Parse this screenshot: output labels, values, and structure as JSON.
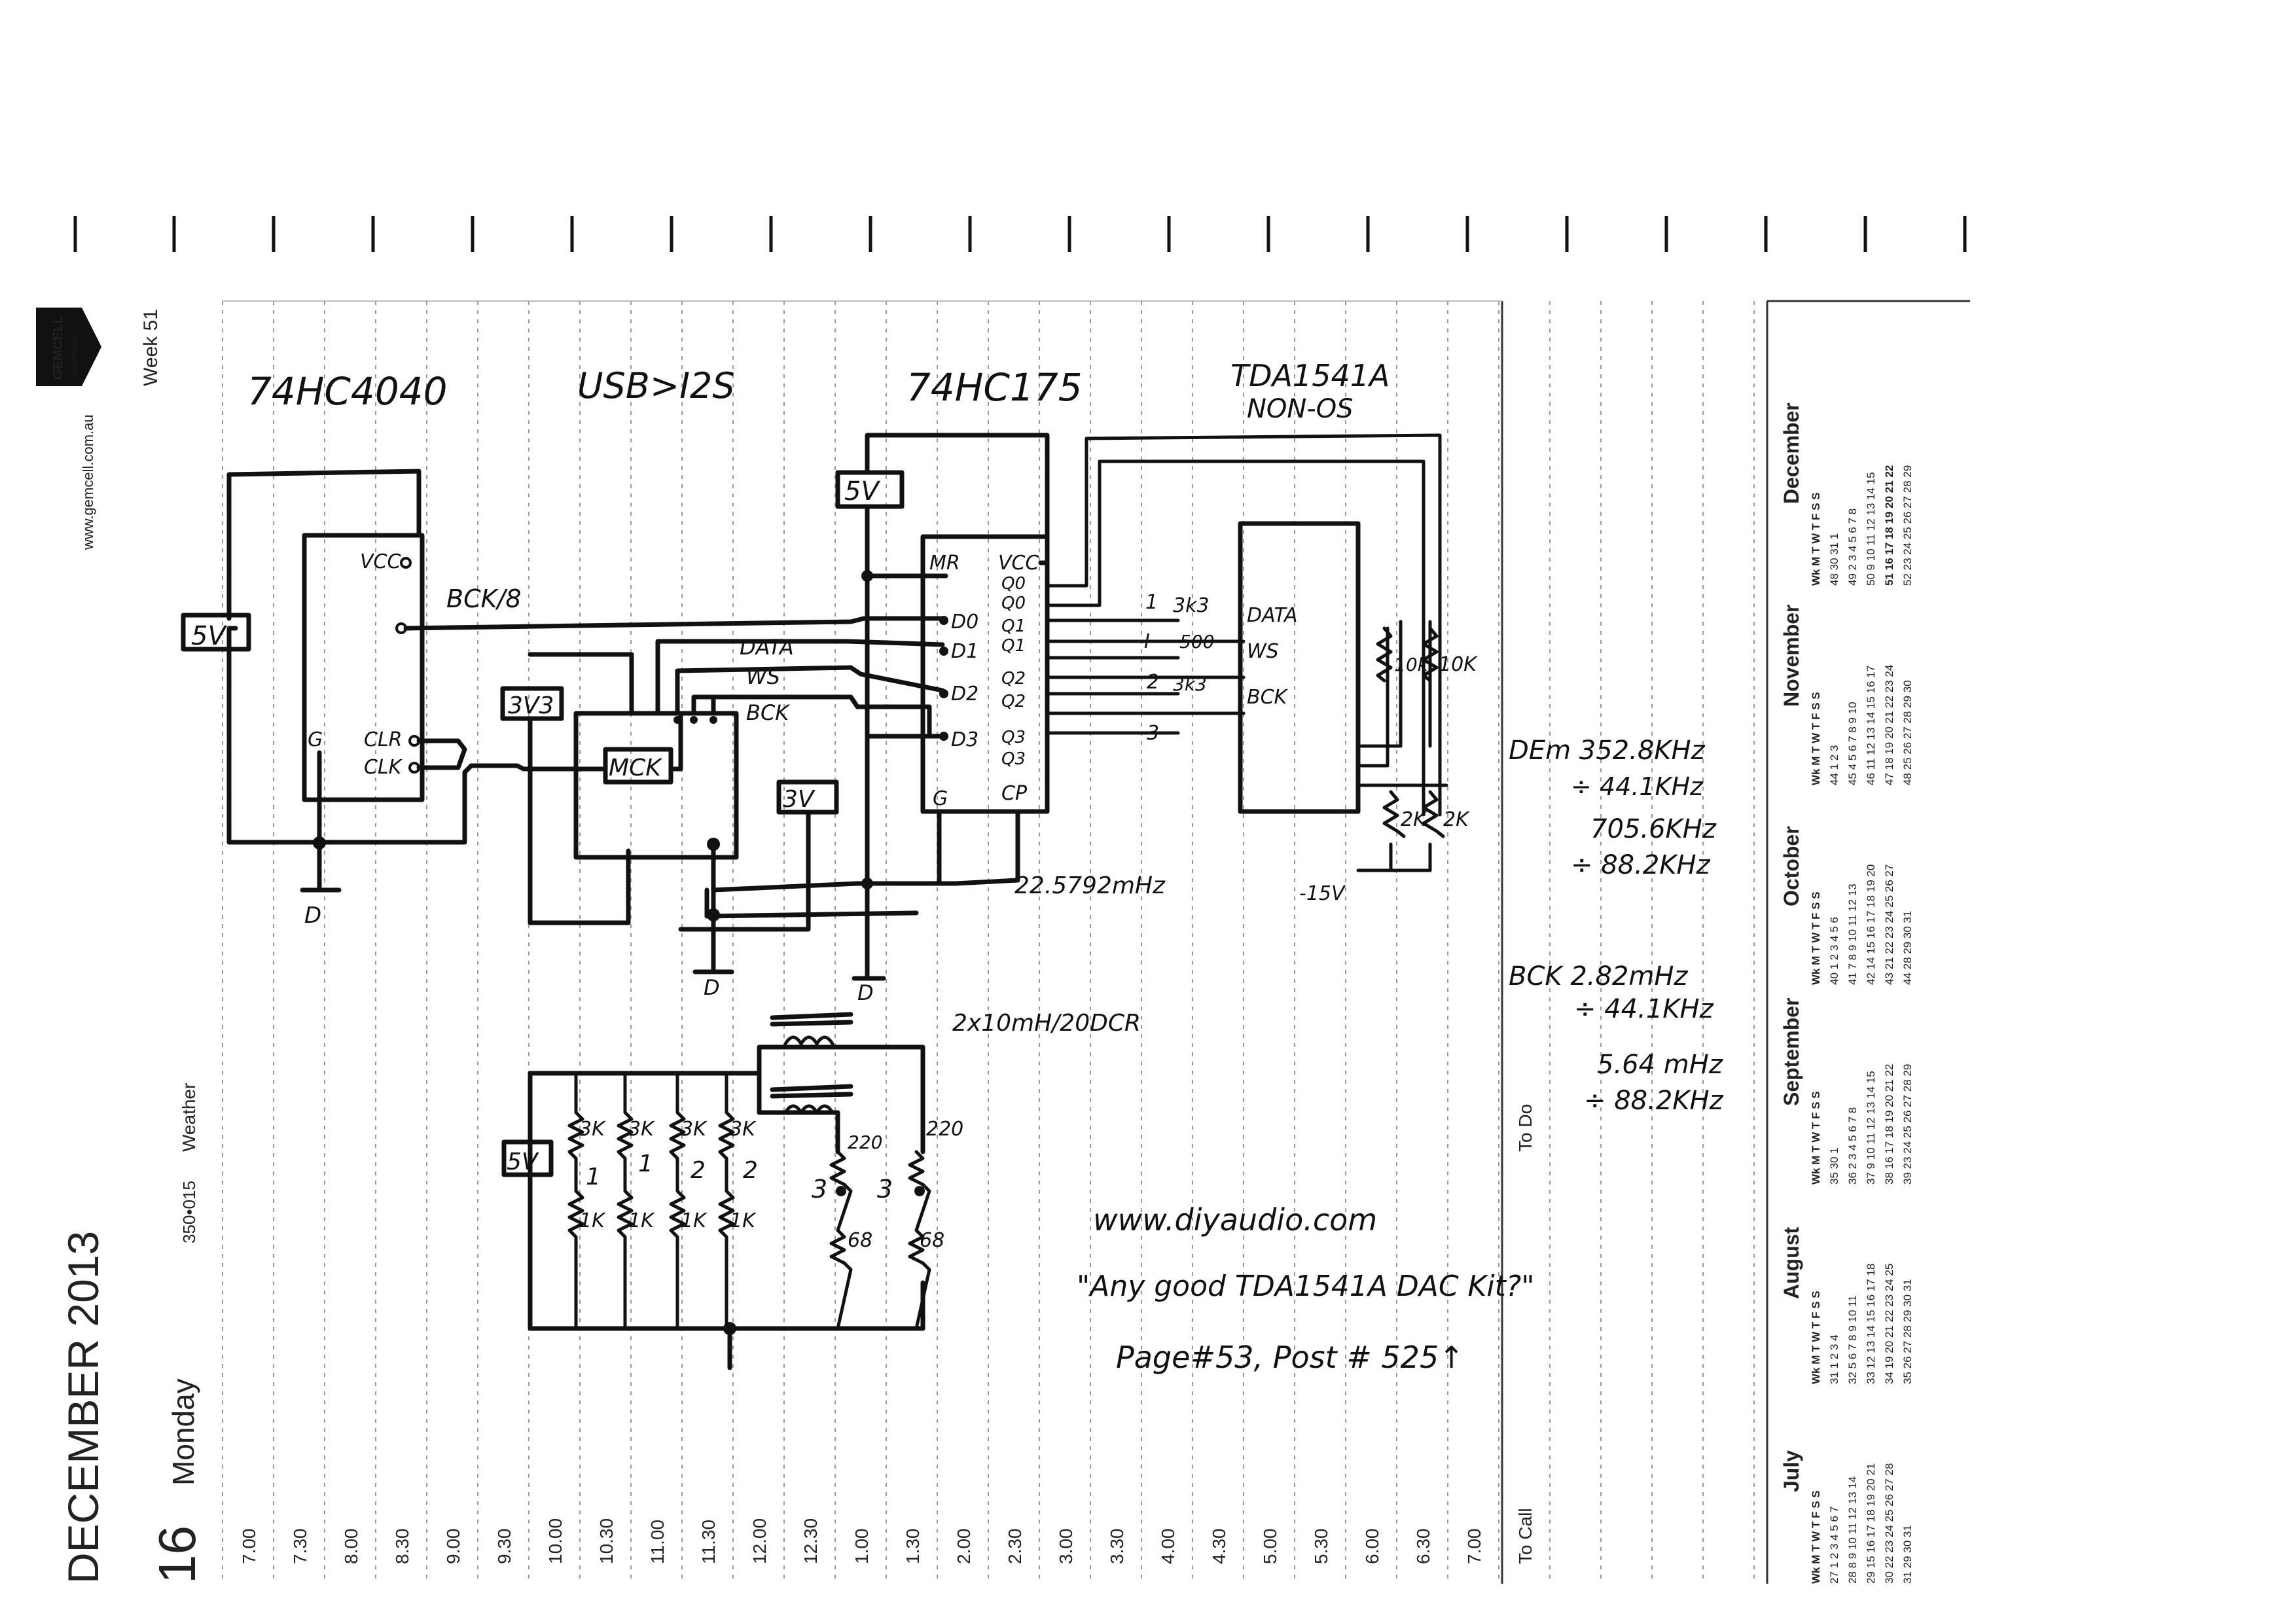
{
  "planner": {
    "brand": "GEMCELL",
    "brand_sub": "AUSTRALIA",
    "website": "www.gemcell.com.au",
    "week": "Week 51",
    "month_year": "DECEMBER 2013",
    "day_number": "16",
    "day_name": "Monday",
    "day_count": "350•015",
    "weather_label": "Weather",
    "to_do_label": "To Do",
    "to_call_label": "To Call",
    "times": [
      "7.00",
      "7.30",
      "8.00",
      "8.30",
      "9.00",
      "9.30",
      "10.00",
      "10.30",
      "11.00",
      "11.30",
      "12.00",
      "12.30",
      "1.00",
      "1.30",
      "2.00",
      "2.30",
      "3.00",
      "3.30",
      "4.00",
      "4.30",
      "5.00",
      "5.30",
      "6.00",
      "6.30",
      "7.00"
    ]
  },
  "calendar": {
    "header": "Wk M T W T F S S",
    "months": [
      {
        "name": "July",
        "rows": [
          "27 1 2 3 4 5 6 7",
          "28 8 9 10 11 12 13 14",
          "29 15 16 17 18 19 20 21",
          "30 22 23 24 25 26 27 28",
          "31 29 30 31"
        ]
      },
      {
        "name": "August",
        "rows": [
          "31 1 2 3 4",
          "32 5 6 7 8 9 10 11",
          "33 12 13 14 15 16 17 18",
          "34 19 20 21 22 23 24 25",
          "35 26 27 28 29 30 31"
        ]
      },
      {
        "name": "September",
        "rows": [
          "35 30 1",
          "36 2 3 4 5 6 7 8",
          "37 9 10 11 12 13 14 15",
          "38 16 17 18 19 20 21 22",
          "39 23 24 25 26 27 28 29"
        ]
      },
      {
        "name": "October",
        "rows": [
          "40 1 2 3 4 5 6",
          "41 7 8 9 10 11 12 13",
          "42 14 15 16 17 18 19 20",
          "43 21 22 23 24 25 26 27",
          "44 28 29 30 31"
        ]
      },
      {
        "name": "November",
        "rows": [
          "44 1 2 3",
          "45 4 5 6 7 8 9 10",
          "46 11 12 13 14 15 16 17",
          "47 18 19 20 21 22 23 24",
          "48 25 26 27 28 29 30"
        ]
      },
      {
        "name": "December",
        "rows": [
          "48 30 31 1",
          "49 2 3 4 5 6 7 8",
          "50 9 10 11 12 13 14 15",
          "51 16 17 18 19 20 21 22",
          "52 23 24 25 26 27 28 29"
        ]
      }
    ]
  },
  "sketch": {
    "chip_74hc4040": "74HC4040",
    "chip_usb_i2s": "USB>I2S",
    "chip_74hc175": "74HC175",
    "chip_tda1541a": "TDA1541A",
    "chip_tda_sub": "NON-OS",
    "v5_a": "5V",
    "v5_b": "5V",
    "v3v3": "3V3",
    "v3v_b": "3V",
    "v5_c": "5V",
    "vcc": "VCC",
    "bck8": "BCK/8",
    "clr": "CLR",
    "clk": "CLK",
    "gnd_g": "G",
    "d_label": "D",
    "mck": "MCK",
    "data": "DATA",
    "ws": "WS",
    "bck": "BCK",
    "mr": "MR",
    "vcc2": "VCC",
    "d0": "D0",
    "d1": "D1",
    "d2": "D2",
    "d3": "D3",
    "q0": "Q0",
    "q0n": "Q0",
    "q1": "Q1",
    "q1n": "Q1",
    "q2": "Q2",
    "q2n": "Q2",
    "q3": "Q3",
    "q3n": "Q3",
    "g2": "G",
    "cp": "CP",
    "r1": "3k3",
    "r2": "500",
    "r3": "3k3",
    "n1": "1",
    "n1b": "I",
    "n2": "2",
    "n3": "3",
    "n3b": "3",
    "tda_data": "DATA",
    "tda_ws": "WS",
    "tda_bck": "BCK",
    "r10k": "10k",
    "r10k2": "10K",
    "r2k": "2K",
    "r2k2": "2K",
    "m15v": "-15V",
    "clock": "22.5792mHz",
    "dem1": "DEm 352.8KHz",
    "dem2": "÷ 44.1KHz",
    "dem3": "705.6KHz",
    "dem4": "÷ 88.2KHz",
    "bck1": "BCK  2.82mHz",
    "bck2": "÷ 44.1KHz",
    "bck3": "5.64 mHz",
    "bck4": "÷ 88.2KHz",
    "inductor": "2x10mH/20DCR",
    "res_3k": "3K",
    "res_1k": "1K",
    "res_220": "220",
    "res_68": "68",
    "l1": "1",
    "l1b": "1",
    "l2": "2",
    "l2b": "2",
    "l3": "3",
    "l3b": "3",
    "note1": "www.diyaudio.com",
    "note2": "\"Any good TDA1541A DAC Kit?\"",
    "note3": "Page#53, Post # 525↑"
  }
}
